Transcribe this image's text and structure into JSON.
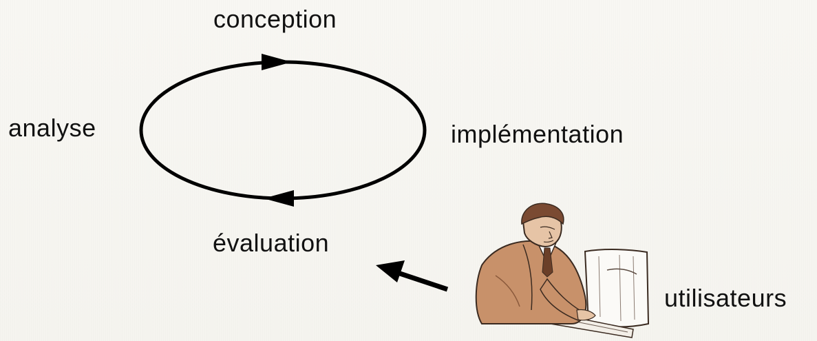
{
  "diagram": {
    "stages": {
      "top": "conception",
      "left": "analyse",
      "right": "implémentation",
      "bottom": "évaluation"
    },
    "actor": "utilisateurs",
    "cycle_direction": "clockwise",
    "icons": {
      "cycle": "cycle-ellipse-icon",
      "arrow_top": "arrowhead-right-icon",
      "arrow_bottom": "arrowhead-left-icon",
      "feedback": "feedback-arrow-icon",
      "user": "user-at-computer-icon"
    },
    "colors": {
      "line": "#000000",
      "background": "#f7f6f2",
      "person": "#c8916a"
    }
  }
}
